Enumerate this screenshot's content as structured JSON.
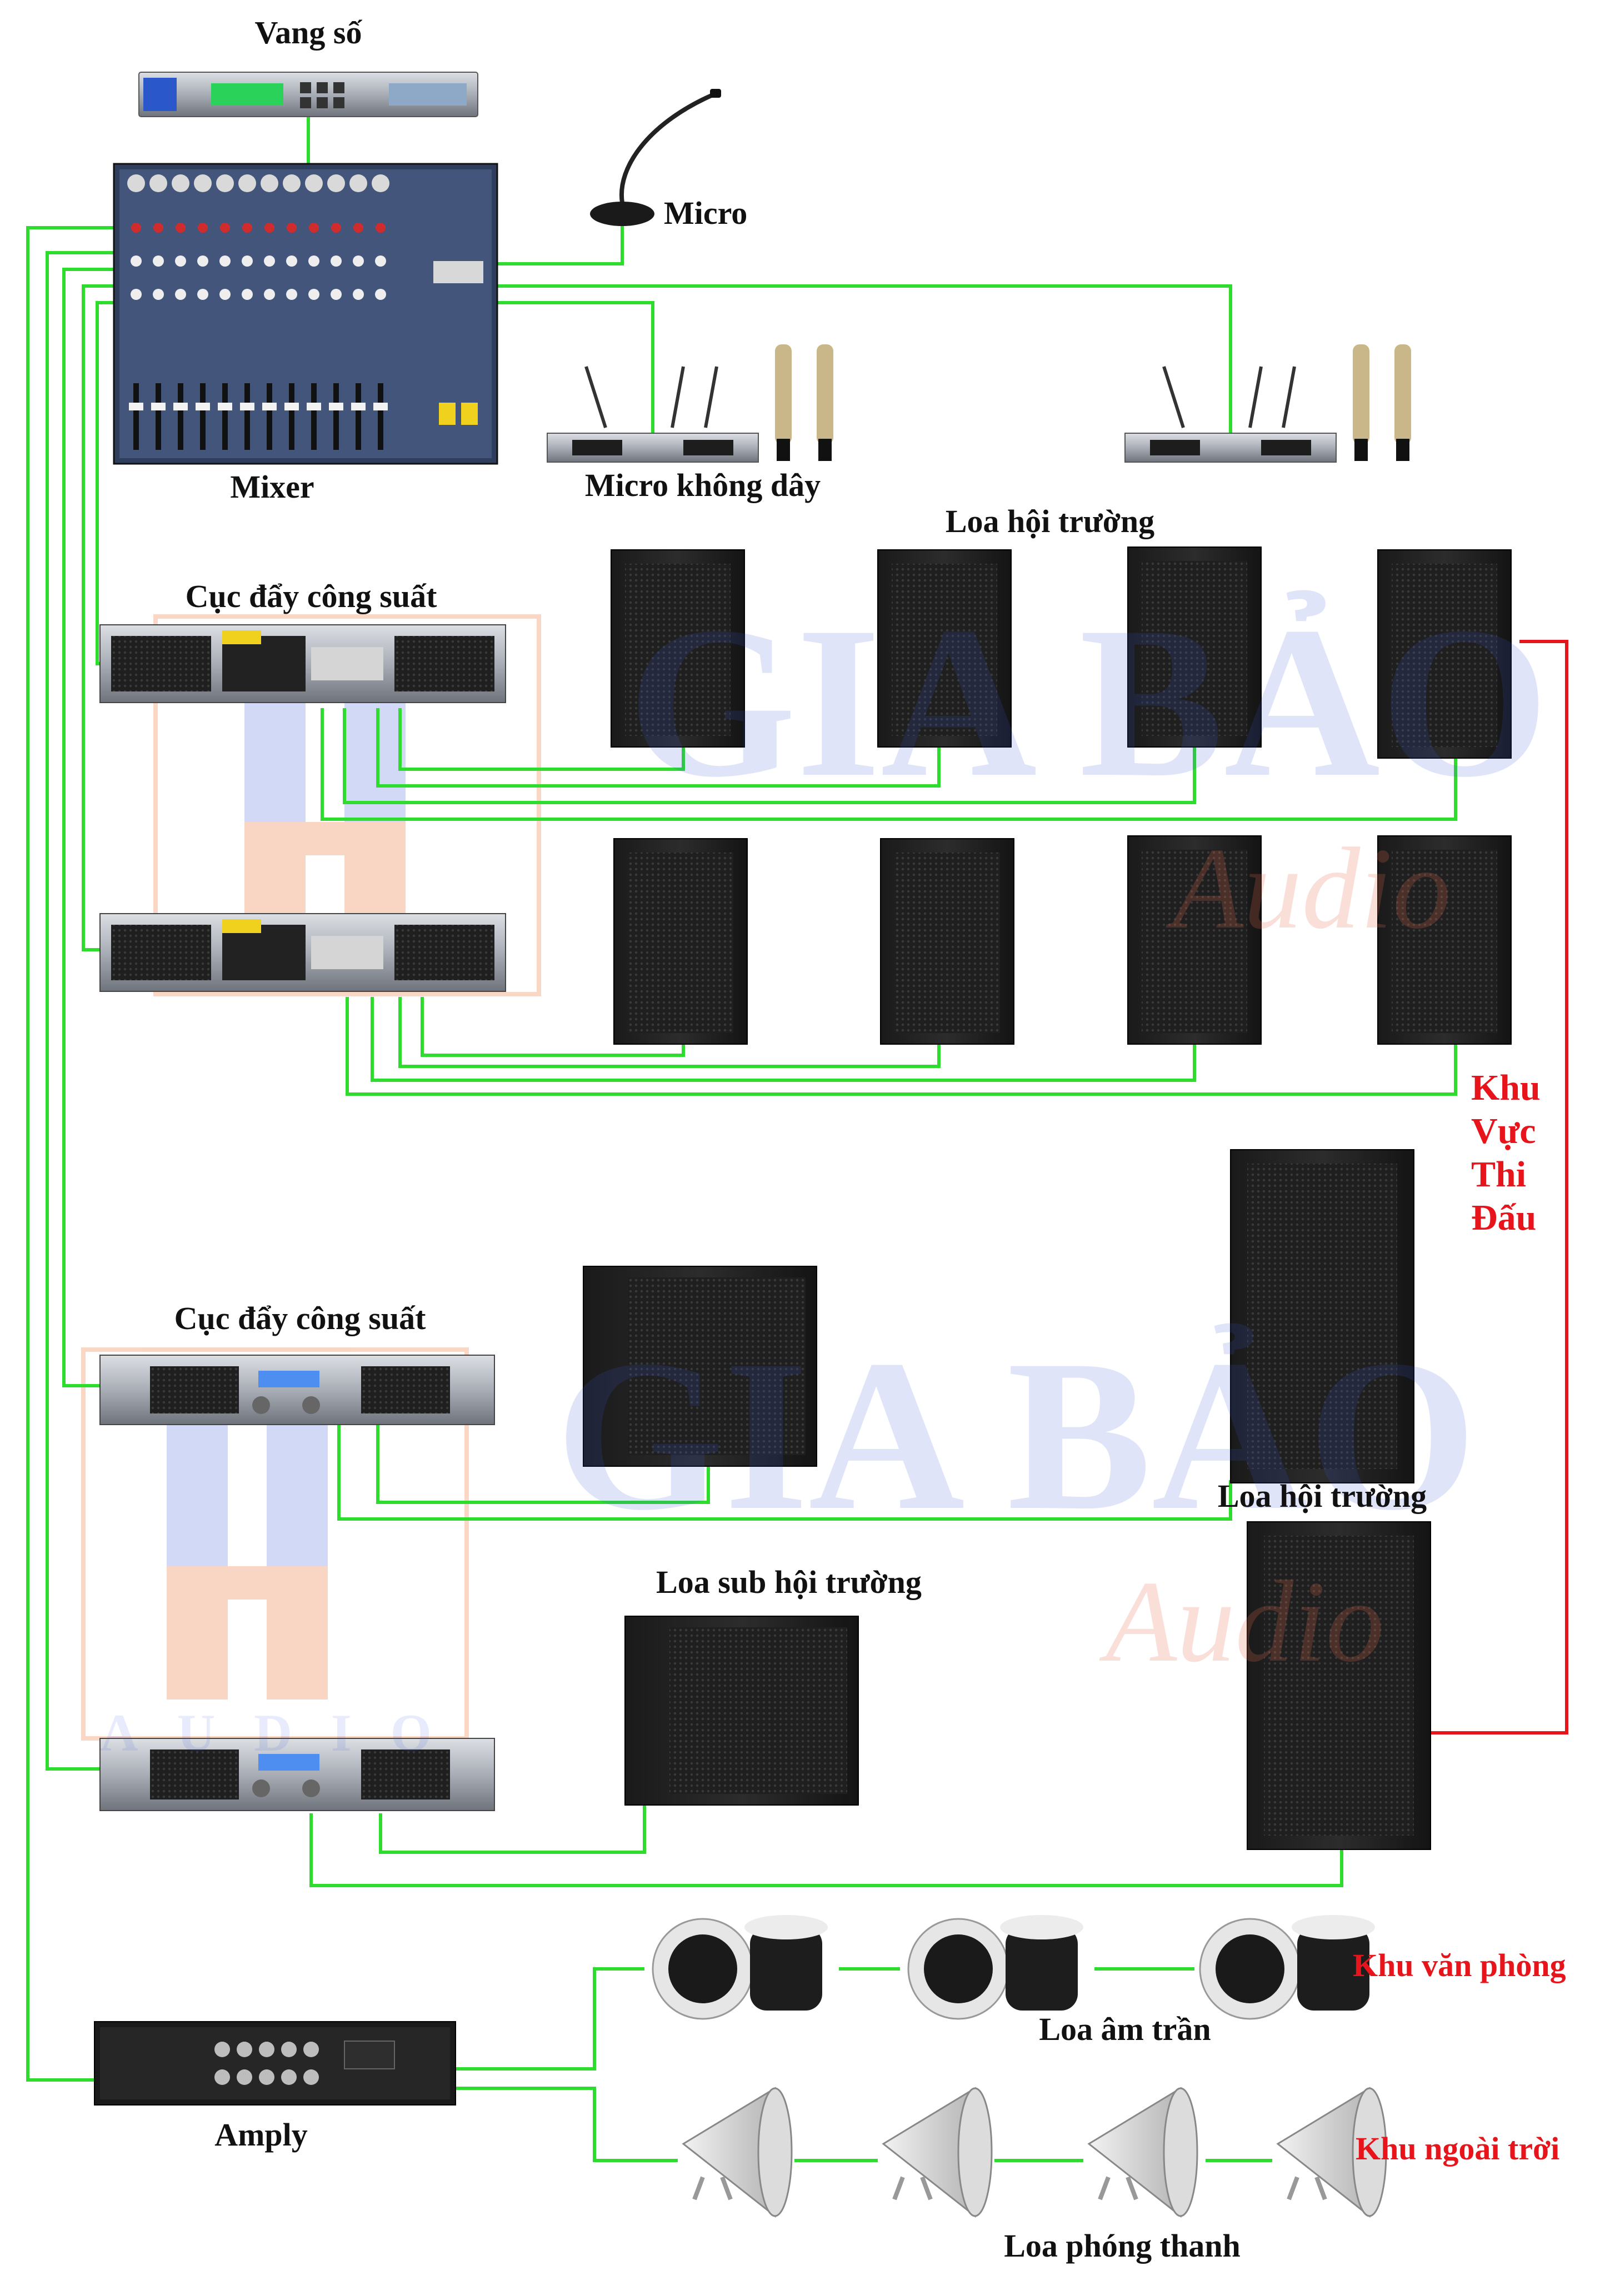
{
  "watermark": {
    "brand": "GIA BẢO",
    "sub": "Audio",
    "badge": "AUDIO"
  },
  "labels": {
    "vang_so": "Vang số",
    "micro": "Micro",
    "mixer": "Mixer",
    "micro_khong_day": "Micro không dây",
    "loa_hoi_truong_top": "Loa hội trường",
    "cuc_day_1": "Cục đẩy công suất",
    "cuc_day_2": "Cục đẩy công suất",
    "loa_hoi_truong_mid": "Loa hội trường",
    "loa_sub": "Loa sub hội trường",
    "amply": "Amply",
    "loa_am_tran": "Loa âm trần",
    "loa_phong_thanh": "Loa phóng thanh",
    "khu_van_phong": "Khu văn phòng",
    "khu_ngoai_troi": "Khu ngoài trời"
  },
  "zone_vertical": [
    "Khu",
    "Vực",
    "Thi",
    "Đấu"
  ],
  "colors": {
    "cable": "#2edc2e",
    "zone_line": "#e8141b",
    "zone_text": "#e8141b",
    "watermark": "#3c5adc"
  }
}
